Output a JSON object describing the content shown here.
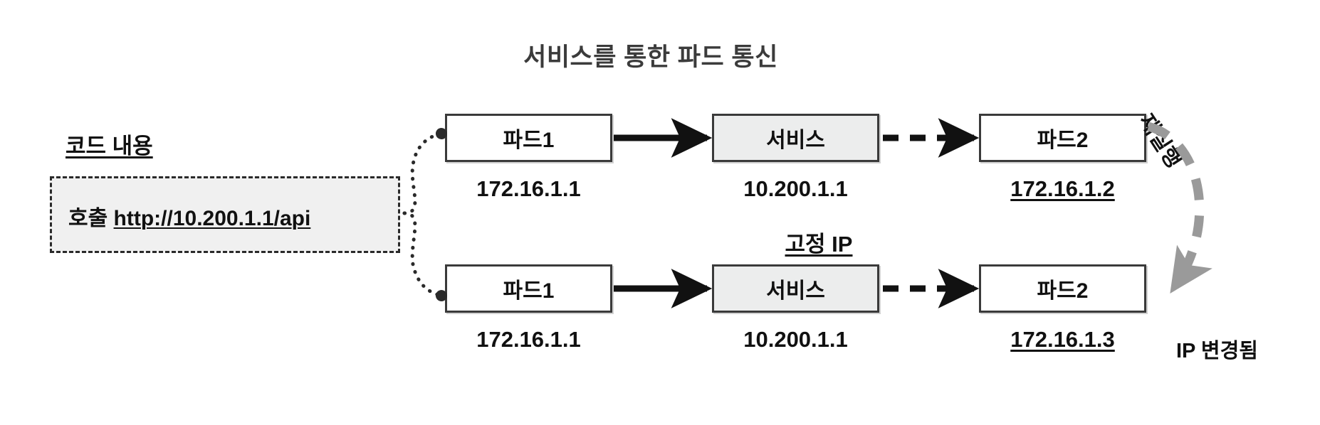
{
  "title": "서비스를 통한 파드 통신",
  "code_panel": {
    "heading": "코드 내용",
    "call_keyword": "호출",
    "url": "http://10.200.1.1/api"
  },
  "fixed_ip_label": "고정 IP",
  "restart_label": "재실행",
  "ip_changed_note": "IP 변경됨",
  "rows": [
    {
      "id": "top",
      "pod1": {
        "label": "파드1",
        "ip": "172.16.1.1",
        "ip_underlined": false
      },
      "service": {
        "label": "서비스",
        "ip": "10.200.1.1",
        "ip_underlined": false
      },
      "pod2": {
        "label": "파드2",
        "ip": "172.16.1.2",
        "ip_underlined": true
      }
    },
    {
      "id": "bottom",
      "pod1": {
        "label": "파드1",
        "ip": "172.16.1.1",
        "ip_underlined": false
      },
      "service": {
        "label": "서비스",
        "ip": "10.200.1.1",
        "ip_underlined": false
      },
      "pod2": {
        "label": "파드2",
        "ip": "172.16.1.3",
        "ip_underlined": true
      }
    }
  ],
  "colors": {
    "box_border": "#3a3a3a",
    "service_fill": "#eceded",
    "code_fill": "#f0f0f0",
    "solid_arrow": "#111111",
    "dashed_arrow": "#111111",
    "restart_arrow": "#9a9a9a",
    "title_text": "#3b3b3b"
  },
  "connectors": {
    "pod1_to_service": "solid-arrow",
    "service_to_pod2": "dashed-arrow",
    "code_to_pods": "dotted-brace",
    "pod2_top_to_pod2_bottom": "curved-dashed-arrow"
  }
}
